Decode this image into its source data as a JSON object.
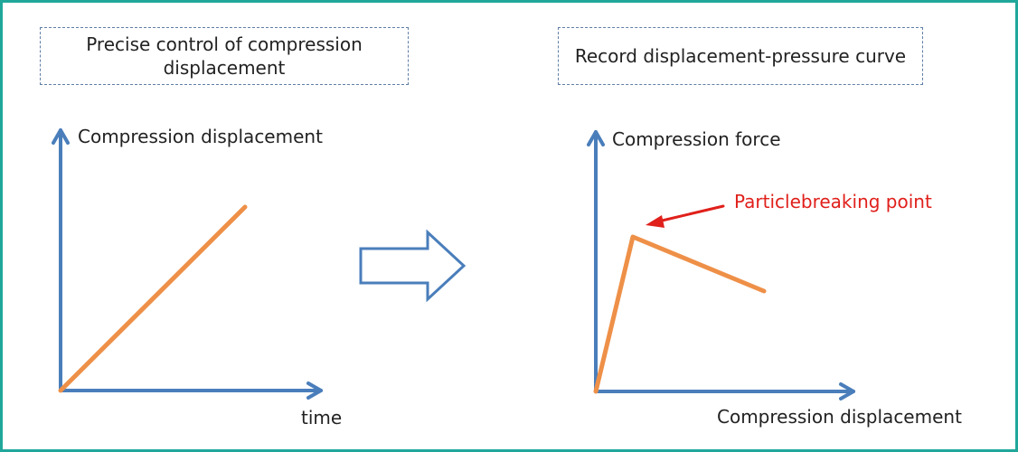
{
  "left_panel": {
    "caption": "Precise control of compression displacement",
    "y_axis_label": "Compression displacement",
    "x_axis_label": "time"
  },
  "right_panel": {
    "caption": "Record displacement-pressure curve",
    "y_axis_label": "Compression force",
    "x_axis_label": "Compression displacement",
    "annotation": "Particlebreaking point"
  },
  "colors": {
    "frame": "#20a79a",
    "axis": "#4a7ebb",
    "curve": "#ee9048",
    "annotation": "#e0201b",
    "caption_border": "#5f7ea7"
  },
  "icons": [
    "right-arrow-icon"
  ]
}
